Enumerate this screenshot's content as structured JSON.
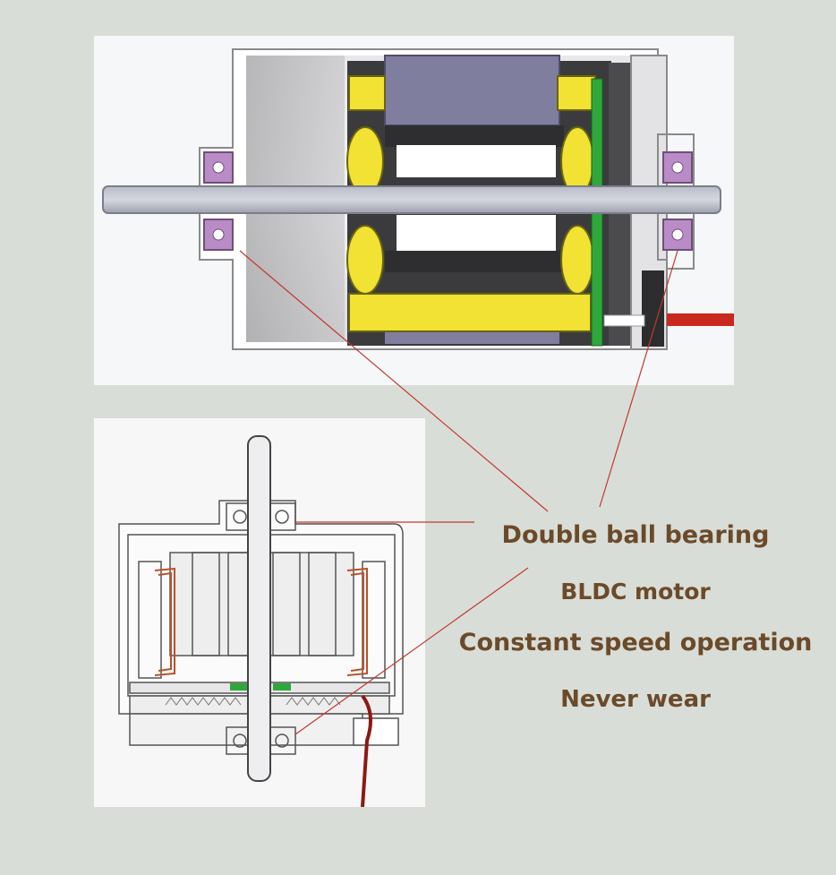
{
  "features": {
    "double_ball_bearing": "Double ball bearing",
    "bldc_motor": "BLDC motor",
    "constant_speed": "Constant speed operation",
    "never_wear": "Never wear"
  },
  "colors": {
    "background": "#d9ddd7",
    "label_text": "#6b4a2a",
    "leader_line": "#c0392b",
    "bearing": "#b98bc7",
    "magnet": "#f1e233",
    "stator": "#7f7e9f",
    "pcb": "#2fa83a",
    "coil": "#b8522a",
    "wire": "#c8281e"
  },
  "icons": [
    "motor-cross-section-drawing",
    "motor-assembly-drawing"
  ]
}
